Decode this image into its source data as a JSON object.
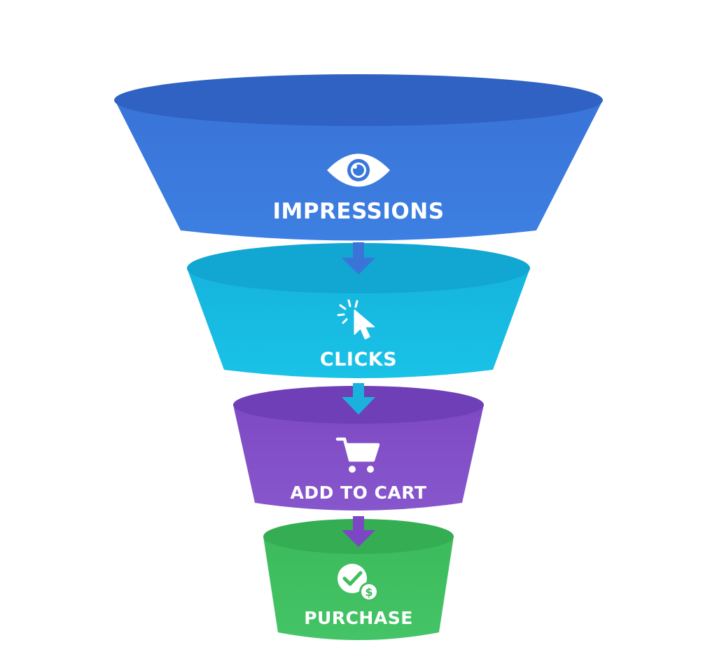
{
  "funnel": {
    "stages": [
      {
        "label": "IMPRESSIONS",
        "icon": "eye-icon",
        "color": "#3b78dc"
      },
      {
        "label": "CLICKS",
        "icon": "cursor-click-icon",
        "color": "#17bde4"
      },
      {
        "label": "ADD TO CART",
        "icon": "shopping-cart-icon",
        "color": "#8450c8"
      },
      {
        "label": "PURCHASE",
        "icon": "check-dollar-icon",
        "color": "#3fc061"
      }
    ],
    "connector_icon": "arrow-down-icon"
  }
}
